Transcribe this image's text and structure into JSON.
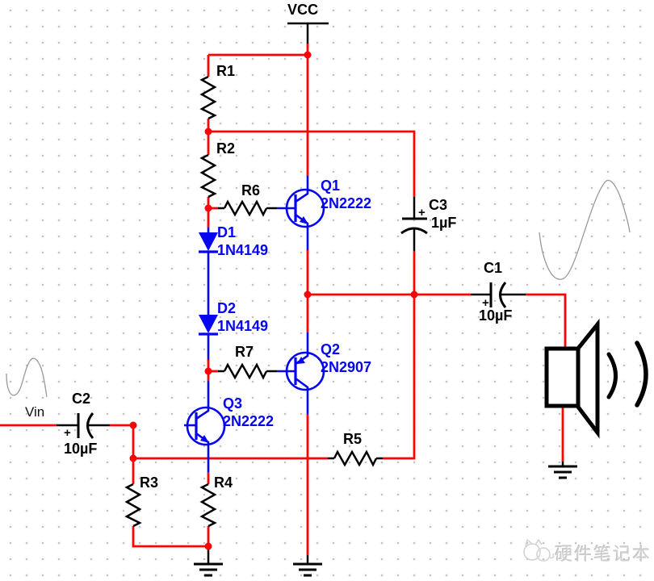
{
  "power": {
    "vcc": "VCC"
  },
  "input": {
    "vin": "Vin"
  },
  "resistors": {
    "r1": "R1",
    "r2": "R2",
    "r3": "R3",
    "r4": "R4",
    "r5": "R5",
    "r6": "R6",
    "r7": "R7"
  },
  "transistors": {
    "q1": {
      "ref": "Q1",
      "part": "2N2222"
    },
    "q2": {
      "ref": "Q2",
      "part": "2N2907"
    },
    "q3": {
      "ref": "Q3",
      "part": "2N2222"
    }
  },
  "diodes": {
    "d1": {
      "ref": "D1",
      "part": "1N4149"
    },
    "d2": {
      "ref": "D2",
      "part": "1N4149"
    }
  },
  "capacitors": {
    "c1": {
      "ref": "C1",
      "value": "10µF",
      "plus": "+"
    },
    "c2": {
      "ref": "C2",
      "value": "10µF",
      "plus": "+"
    },
    "c3": {
      "ref": "C3",
      "value": "1µF",
      "plus": "+"
    }
  },
  "watermark": {
    "text": "硬件笔记本"
  },
  "colors": {
    "wire_red": "#f90505",
    "component_blue": "#0505f0",
    "component_black": "#000000",
    "grid_dot": "#c3c3c3",
    "signal_gray": "#9a9a9a",
    "watermark_gray": "#cfcfcf"
  }
}
